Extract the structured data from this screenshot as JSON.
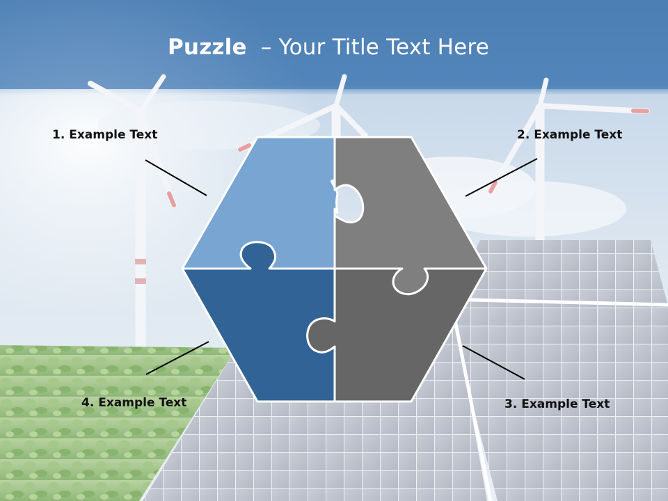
{
  "slide": {
    "title_bold": "Puzzle",
    "title_rest": "  – Your Title Text Here"
  },
  "labels": {
    "item1": "1. Example Text",
    "item2": "2. Example Text",
    "item3": "3. Example Text",
    "item4": "4. Example Text"
  },
  "colors": {
    "piece_top_left": "#78a5d1",
    "piece_bottom_left": "#316396",
    "piece_top_right": "#7f7f7f",
    "piece_bottom_right": "#666666",
    "header_band": "#4f82b7"
  }
}
